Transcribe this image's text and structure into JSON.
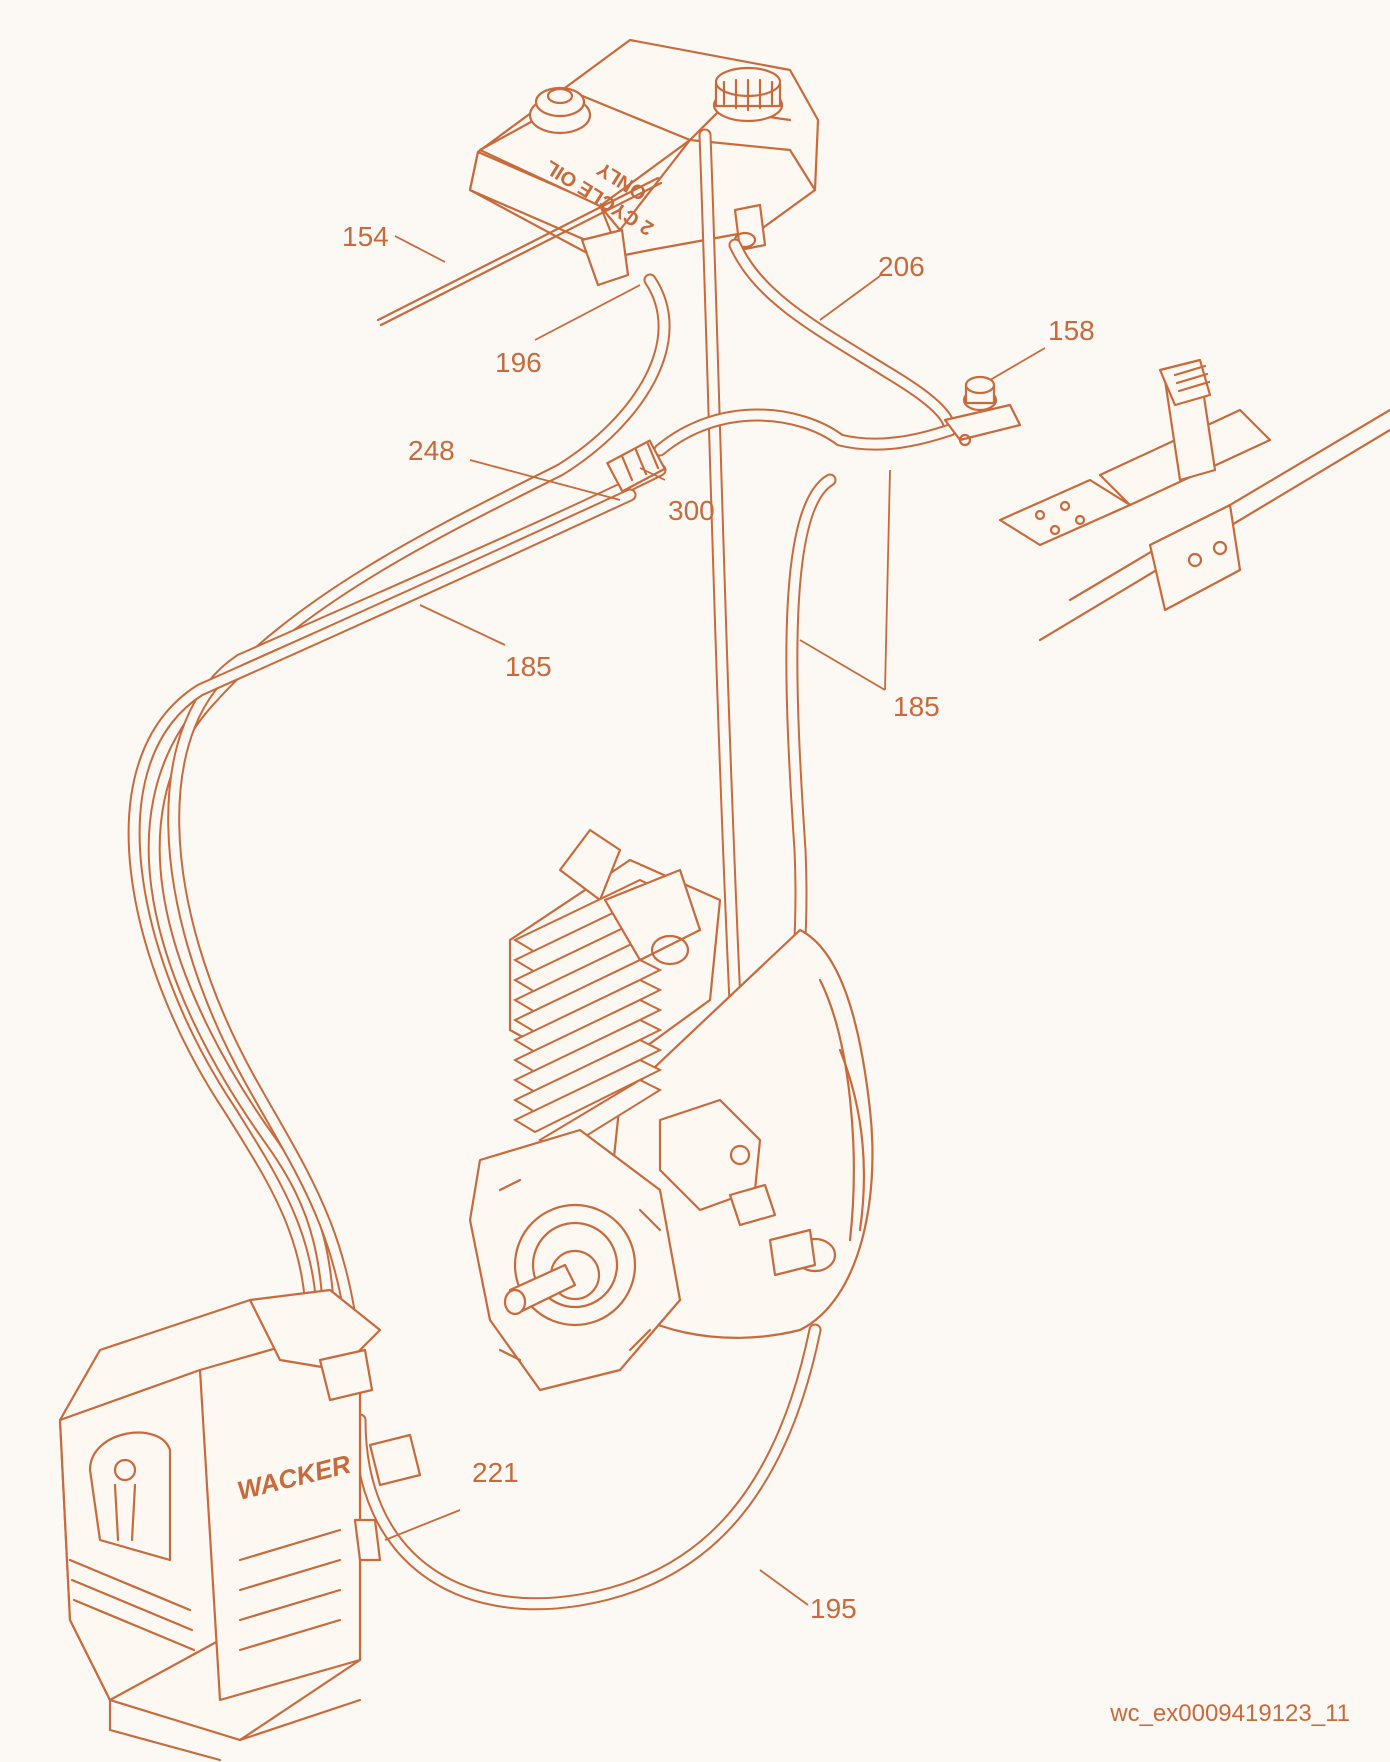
{
  "callouts": {
    "c154": "154",
    "c196": "196",
    "c206": "206",
    "c158": "158",
    "c248": "248",
    "c300": "300",
    "c185a": "185",
    "c185b": "185",
    "c221": "221",
    "c195": "195"
  },
  "tank_label": {
    "line1": "2 CYCLE OIL",
    "line2": "ONLY"
  },
  "logo_text": "WACKER",
  "reference_code": "wc_ex0009419123_11",
  "colors": {
    "line": "#c86a3c",
    "background": "#fcf9f5"
  }
}
